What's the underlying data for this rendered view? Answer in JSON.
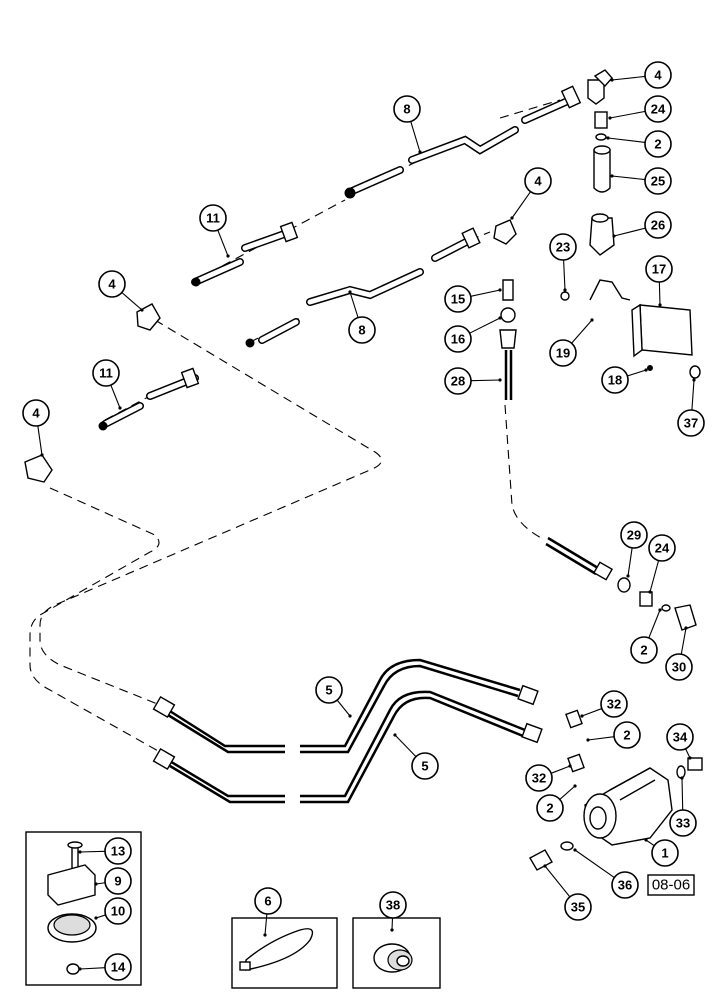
{
  "figure_code": "08-06",
  "callouts": [
    {
      "label": "4"
    },
    {
      "label": "24"
    },
    {
      "label": "2"
    },
    {
      "label": "25"
    },
    {
      "label": "8"
    },
    {
      "label": "4"
    },
    {
      "label": "11"
    },
    {
      "label": "26"
    },
    {
      "label": "4"
    },
    {
      "label": "23"
    },
    {
      "label": "17"
    },
    {
      "label": "15"
    },
    {
      "label": "8"
    },
    {
      "label": "16"
    },
    {
      "label": "19"
    },
    {
      "label": "11"
    },
    {
      "label": "28"
    },
    {
      "label": "18"
    },
    {
      "label": "4"
    },
    {
      "label": "37"
    },
    {
      "label": "29"
    },
    {
      "label": "24"
    },
    {
      "label": "2"
    },
    {
      "label": "30"
    },
    {
      "label": "5"
    },
    {
      "label": "32"
    },
    {
      "label": "2"
    },
    {
      "label": "5"
    },
    {
      "label": "32"
    },
    {
      "label": "34"
    },
    {
      "label": "2"
    },
    {
      "label": "33"
    },
    {
      "label": "13"
    },
    {
      "label": "9"
    },
    {
      "label": "10"
    },
    {
      "label": "14"
    },
    {
      "label": "1"
    },
    {
      "label": "36"
    },
    {
      "label": "35"
    },
    {
      "label": "6"
    },
    {
      "label": "38"
    }
  ]
}
